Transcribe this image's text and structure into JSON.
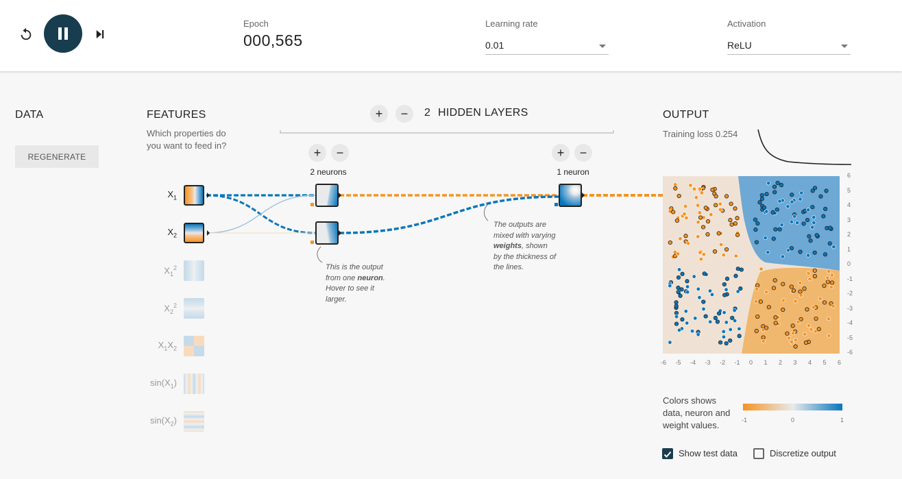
{
  "controls": {
    "reset_icon": "reset-icon",
    "pause_icon": "pause-icon",
    "step_icon": "step-forward-icon"
  },
  "epoch": {
    "label": "Epoch",
    "value": "000,565"
  },
  "learning_rate": {
    "label": "Learning rate",
    "value": "0.01"
  },
  "activation": {
    "label": "Activation",
    "value": "ReLU"
  },
  "data_panel": {
    "title": "DATA",
    "regenerate_label": "REGENERATE"
  },
  "features_panel": {
    "title": "FEATURES",
    "subtitle_line1": "Which properties do",
    "subtitle_line2": "you want to feed in?",
    "features": [
      {
        "base": "X",
        "sub": "1",
        "sup": "",
        "active": true
      },
      {
        "base": "X",
        "sub": "2",
        "sup": "",
        "active": true
      },
      {
        "base": "X",
        "sub": "1",
        "sup": "2",
        "active": false
      },
      {
        "base": "X",
        "sub": "2",
        "sup": "2",
        "active": false
      },
      {
        "base": "X",
        "sub": "1",
        "sup": "",
        "tail_base": "X",
        "tail_sub": "2",
        "active": false
      },
      {
        "base": "sin(X",
        "sub": "1",
        "sup": "",
        "close": ")",
        "active": false
      },
      {
        "base": "sin(X",
        "sub": "2",
        "sup": "",
        "close": ")",
        "active": false
      }
    ]
  },
  "hidden": {
    "count": "2",
    "label": "HIDDEN LAYERS",
    "add_symbol": "+",
    "remove_symbol": "−",
    "layers": [
      {
        "neurons_label": "2 neurons"
      },
      {
        "neurons_label": "1 neuron"
      }
    ]
  },
  "annotations": {
    "neuron_note": [
      "This is the output",
      "from one",
      "neuron",
      ".",
      "Hover to see it",
      "larger."
    ],
    "weights_note": [
      "The outputs are",
      "mixed with varying",
      "weights",
      ", shown",
      "by the thickness of",
      "the lines."
    ]
  },
  "output": {
    "title": "OUTPUT",
    "loss_label": "Training loss",
    "loss_value": "0.254",
    "x_ticks": [
      "-6",
      "-5",
      "-4",
      "-3",
      "-2",
      "-1",
      "0",
      "1",
      "2",
      "3",
      "4",
      "5",
      "6"
    ],
    "y_ticks": [
      "6",
      "5",
      "4",
      "3",
      "2",
      "1",
      "0",
      "-1",
      "-2",
      "-3",
      "-4",
      "-5",
      "-6"
    ],
    "legend_line1": "Colors shows",
    "legend_line2": "data, neuron and",
    "legend_line3": "weight values.",
    "legend_min": "-1",
    "legend_mid": "0",
    "legend_max": "1",
    "show_test_data": {
      "label": "Show test data",
      "checked": true
    },
    "discretize": {
      "label": "Discretize output",
      "checked": false
    }
  },
  "colors": {
    "positive": "#0877bd",
    "negative": "#f59322",
    "neutral": "#e8eaeb",
    "dark": "#183d4e"
  }
}
